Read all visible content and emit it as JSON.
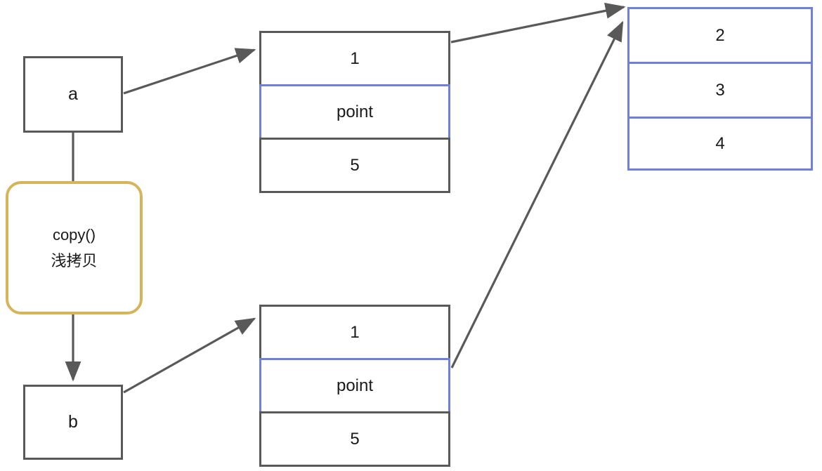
{
  "diagram": {
    "title": "copy() shallow copy reference diagram",
    "colors": {
      "outline_grey": "#595959",
      "accent_blue": "#6f80d8",
      "accent_gold": "#d5b45c",
      "text": "#1a1a1a",
      "background": "#ffffff"
    },
    "variables": [
      {
        "id": "a",
        "label": "a"
      },
      {
        "id": "b",
        "label": "b"
      }
    ],
    "process": {
      "id": "copy",
      "line1": "copy()",
      "line2": "浅拷贝"
    },
    "lists": {
      "original": {
        "id": "list-a",
        "cells": [
          {
            "value": "1",
            "style": "grey"
          },
          {
            "value": "point",
            "style": "blue"
          },
          {
            "value": "5",
            "style": "grey"
          }
        ]
      },
      "copied": {
        "id": "list-b",
        "cells": [
          {
            "value": "1",
            "style": "grey"
          },
          {
            "value": "point",
            "style": "blue"
          },
          {
            "value": "5",
            "style": "grey"
          }
        ]
      },
      "shared": {
        "id": "list-shared",
        "cells": [
          {
            "value": "2",
            "style": "blue"
          },
          {
            "value": "3",
            "style": "blue"
          },
          {
            "value": "4",
            "style": "blue"
          }
        ]
      }
    },
    "edges": [
      {
        "id": "a-to-list-a",
        "from": "a",
        "to": "list-a",
        "arrow": true
      },
      {
        "id": "a-to-copy",
        "from": "a",
        "to": "copy",
        "arrow": false
      },
      {
        "id": "copy-to-b",
        "from": "copy",
        "to": "b",
        "arrow": true
      },
      {
        "id": "b-to-list-b",
        "from": "b",
        "to": "list-b",
        "arrow": true
      },
      {
        "id": "list-a-to-shared",
        "from": "list-a.point",
        "to": "list-shared",
        "arrow": true
      },
      {
        "id": "list-b-to-shared",
        "from": "list-b.point",
        "to": "list-shared",
        "arrow": true
      }
    ]
  }
}
